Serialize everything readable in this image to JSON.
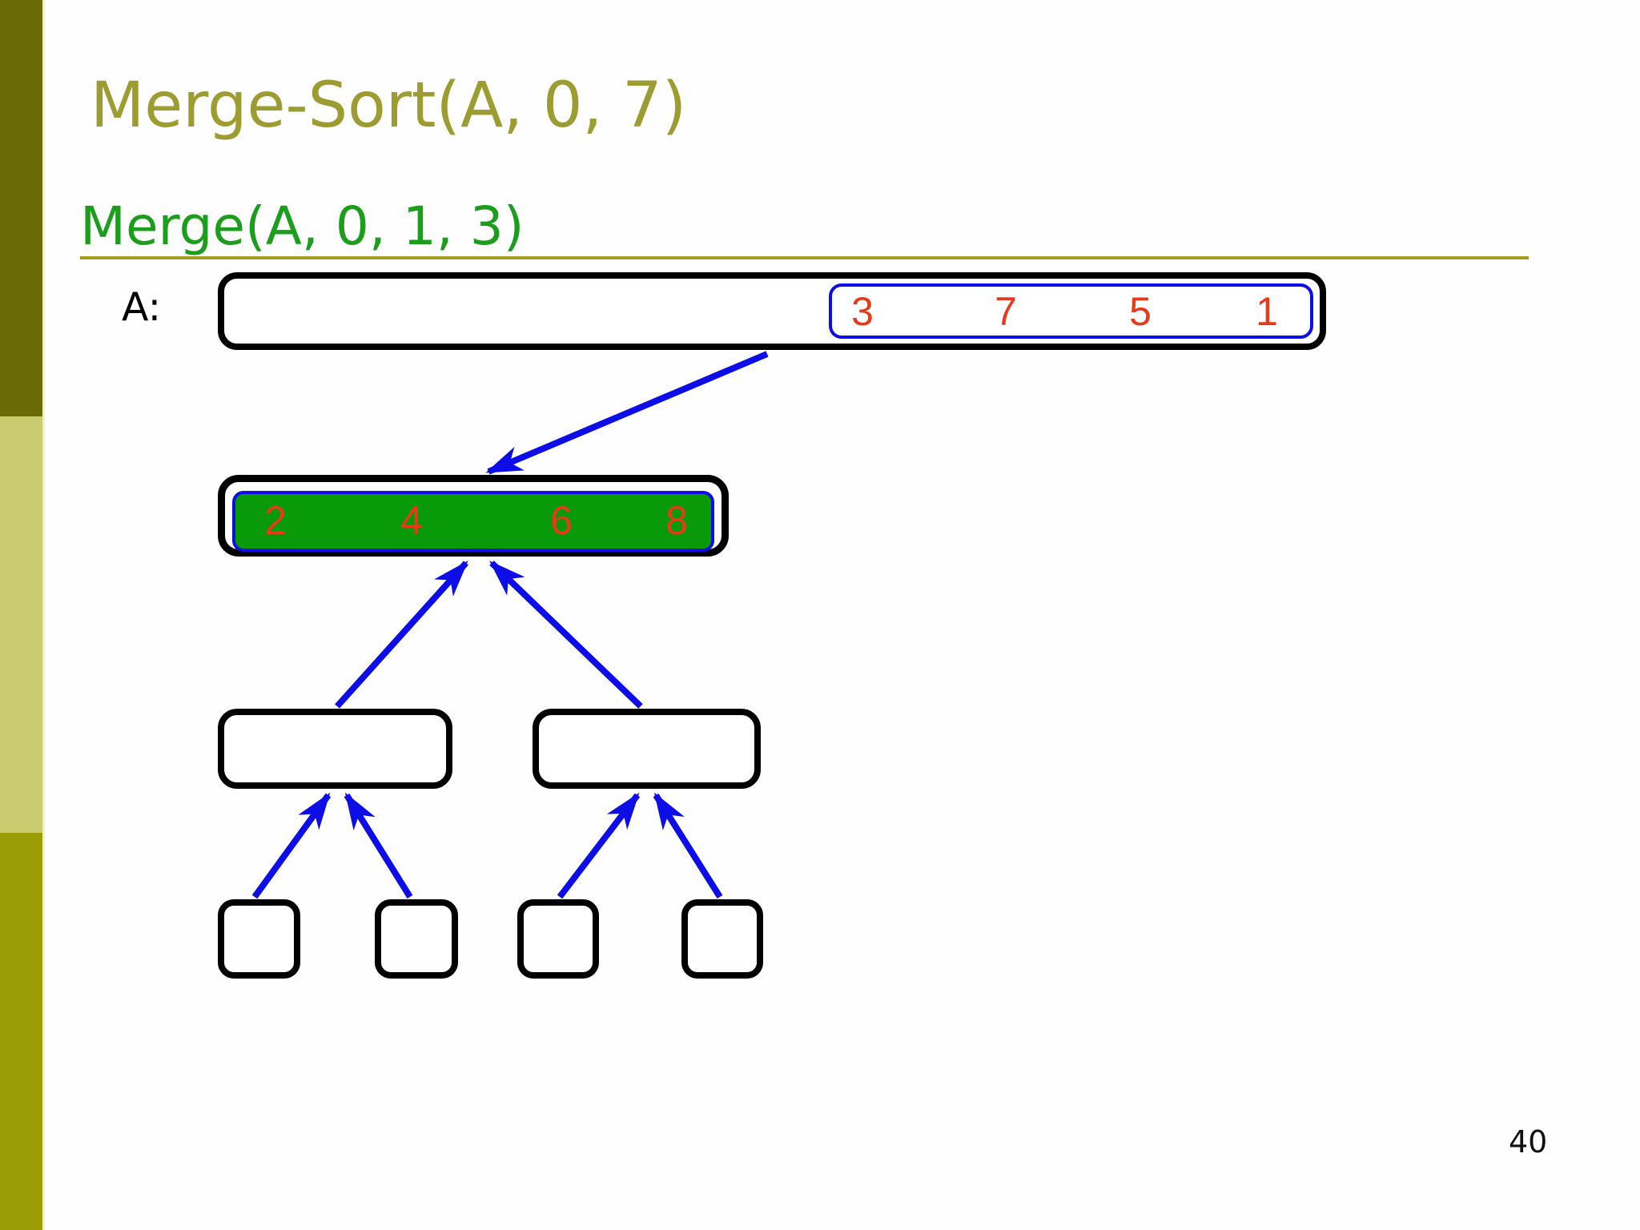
{
  "slide": {
    "title": "Merge-Sort(A, 0, 7)",
    "subtitle": "Merge(A, 0, 1, 3)",
    "array_label": "A:",
    "page_number": "40"
  },
  "arrays": {
    "top_right_half": [
      "3",
      "7",
      "5",
      "1"
    ],
    "merged": [
      "2",
      "4",
      "6",
      "8"
    ]
  },
  "colors": {
    "title": "#9C9C30",
    "subtitle_green": "#1B9E1B",
    "underline": "#A49D1E",
    "arrow_blue": "#0D0DE8",
    "digit_red": "#E8391B",
    "merged_fill": "#089A08",
    "sidebar_top": "#6B6B05",
    "sidebar_middle": "#C9CC6F",
    "sidebar_bottom": "#9C9C06"
  }
}
